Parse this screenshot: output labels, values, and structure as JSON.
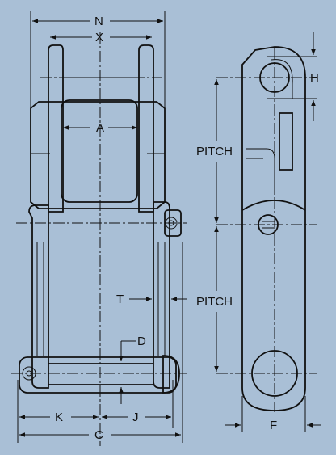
{
  "labels": {
    "n": "N",
    "x": "X",
    "a": "A",
    "h": "H",
    "pitch_upper": "PITCH",
    "pitch_lower": "PITCH",
    "t": "T",
    "d": "D",
    "k": "K",
    "j": "J",
    "c": "C",
    "f": "F"
  },
  "colors": {
    "background": "#a9bfd6",
    "ink": "#111111"
  }
}
